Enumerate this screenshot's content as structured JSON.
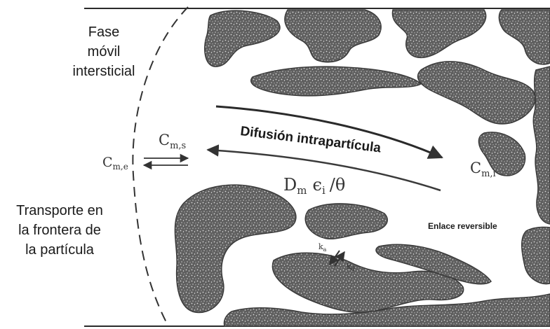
{
  "labels": {
    "fase_line1": "Fase",
    "fase_line2": "móvil",
    "fase_line3": "intersticial",
    "transporte_line1": "Transporte en",
    "transporte_line2": "la frontera de",
    "transporte_line3": "la partícula",
    "difusion": "Difusión intrapartícula",
    "enlace": "Enlace reversible"
  },
  "symbols": {
    "cme_main": "C",
    "cme_sub": "m,e",
    "cms_main": "C",
    "cms_sub": "m,s",
    "cmi_main": "C",
    "cmi_sub": "m,i",
    "diffusivity": "D",
    "diffusivity_sub": "m",
    "diffusivity_rest": "ϵ",
    "diffusivity_rest_sub": "i",
    "diffusivity_tail": "/θ",
    "ka": "k",
    "ka_sub": "a",
    "kd": "k",
    "kd_sub": "d"
  },
  "colors": {
    "particle_fill": "#6e6e6e",
    "line": "#2a2a2a",
    "background": "#ffffff"
  }
}
